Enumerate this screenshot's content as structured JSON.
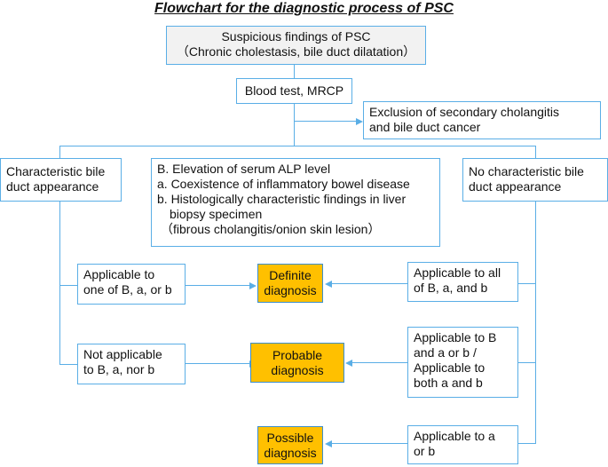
{
  "title": "Flowchart for the diagnostic process of PSC",
  "suspicious": {
    "line1": "Suspicious findings of PSC",
    "line2": "（Chronic cholestasis, bile duct dilatation）"
  },
  "blood_test": "Blood test, MRCP",
  "exclusion": {
    "line1": "Exclusion of secondary cholangitis",
    "line2": "and bile duct cancer"
  },
  "characteristic": {
    "line1": "Characteristic bile",
    "line2": "duct appearance"
  },
  "no_characteristic": {
    "line1": "No characteristic bile",
    "line2": "duct appearance"
  },
  "criteria": {
    "B": "B. Elevation of serum ALP level",
    "a": "a. Coexistence of inflammatory bowel disease",
    "b1": "b. Histologically characteristic findings in liver",
    "b2": "biopsy specimen",
    "b3": "（fibrous cholangitis/onion skin lesion）"
  },
  "applicable_one": {
    "line1": "Applicable to",
    "line2": "one of B, a, or b"
  },
  "not_applicable": {
    "line1": "Not applicable",
    "line2": "to B, a, nor b"
  },
  "applicable_all": {
    "line1": "Applicable to all",
    "line2": "of B, a, and b"
  },
  "applicable_B": {
    "line1": "Applicable to B",
    "line2": "and a or b /",
    "line3": "Applicable to",
    "line4": "both a and b"
  },
  "applicable_a_or_b": {
    "line1": "Applicable to a",
    "line2": "or b"
  },
  "definite": {
    "line1": "Definite",
    "line2": "diagnosis"
  },
  "probable": {
    "line1": "Probable",
    "line2": "diagnosis"
  },
  "possible": {
    "line1": "Possible",
    "line2": "diagnosis"
  },
  "colors": {
    "line": "#5aaee6",
    "diagnosis_fill": "#ffc000",
    "top_box_fill": "#f2f2f2"
  }
}
